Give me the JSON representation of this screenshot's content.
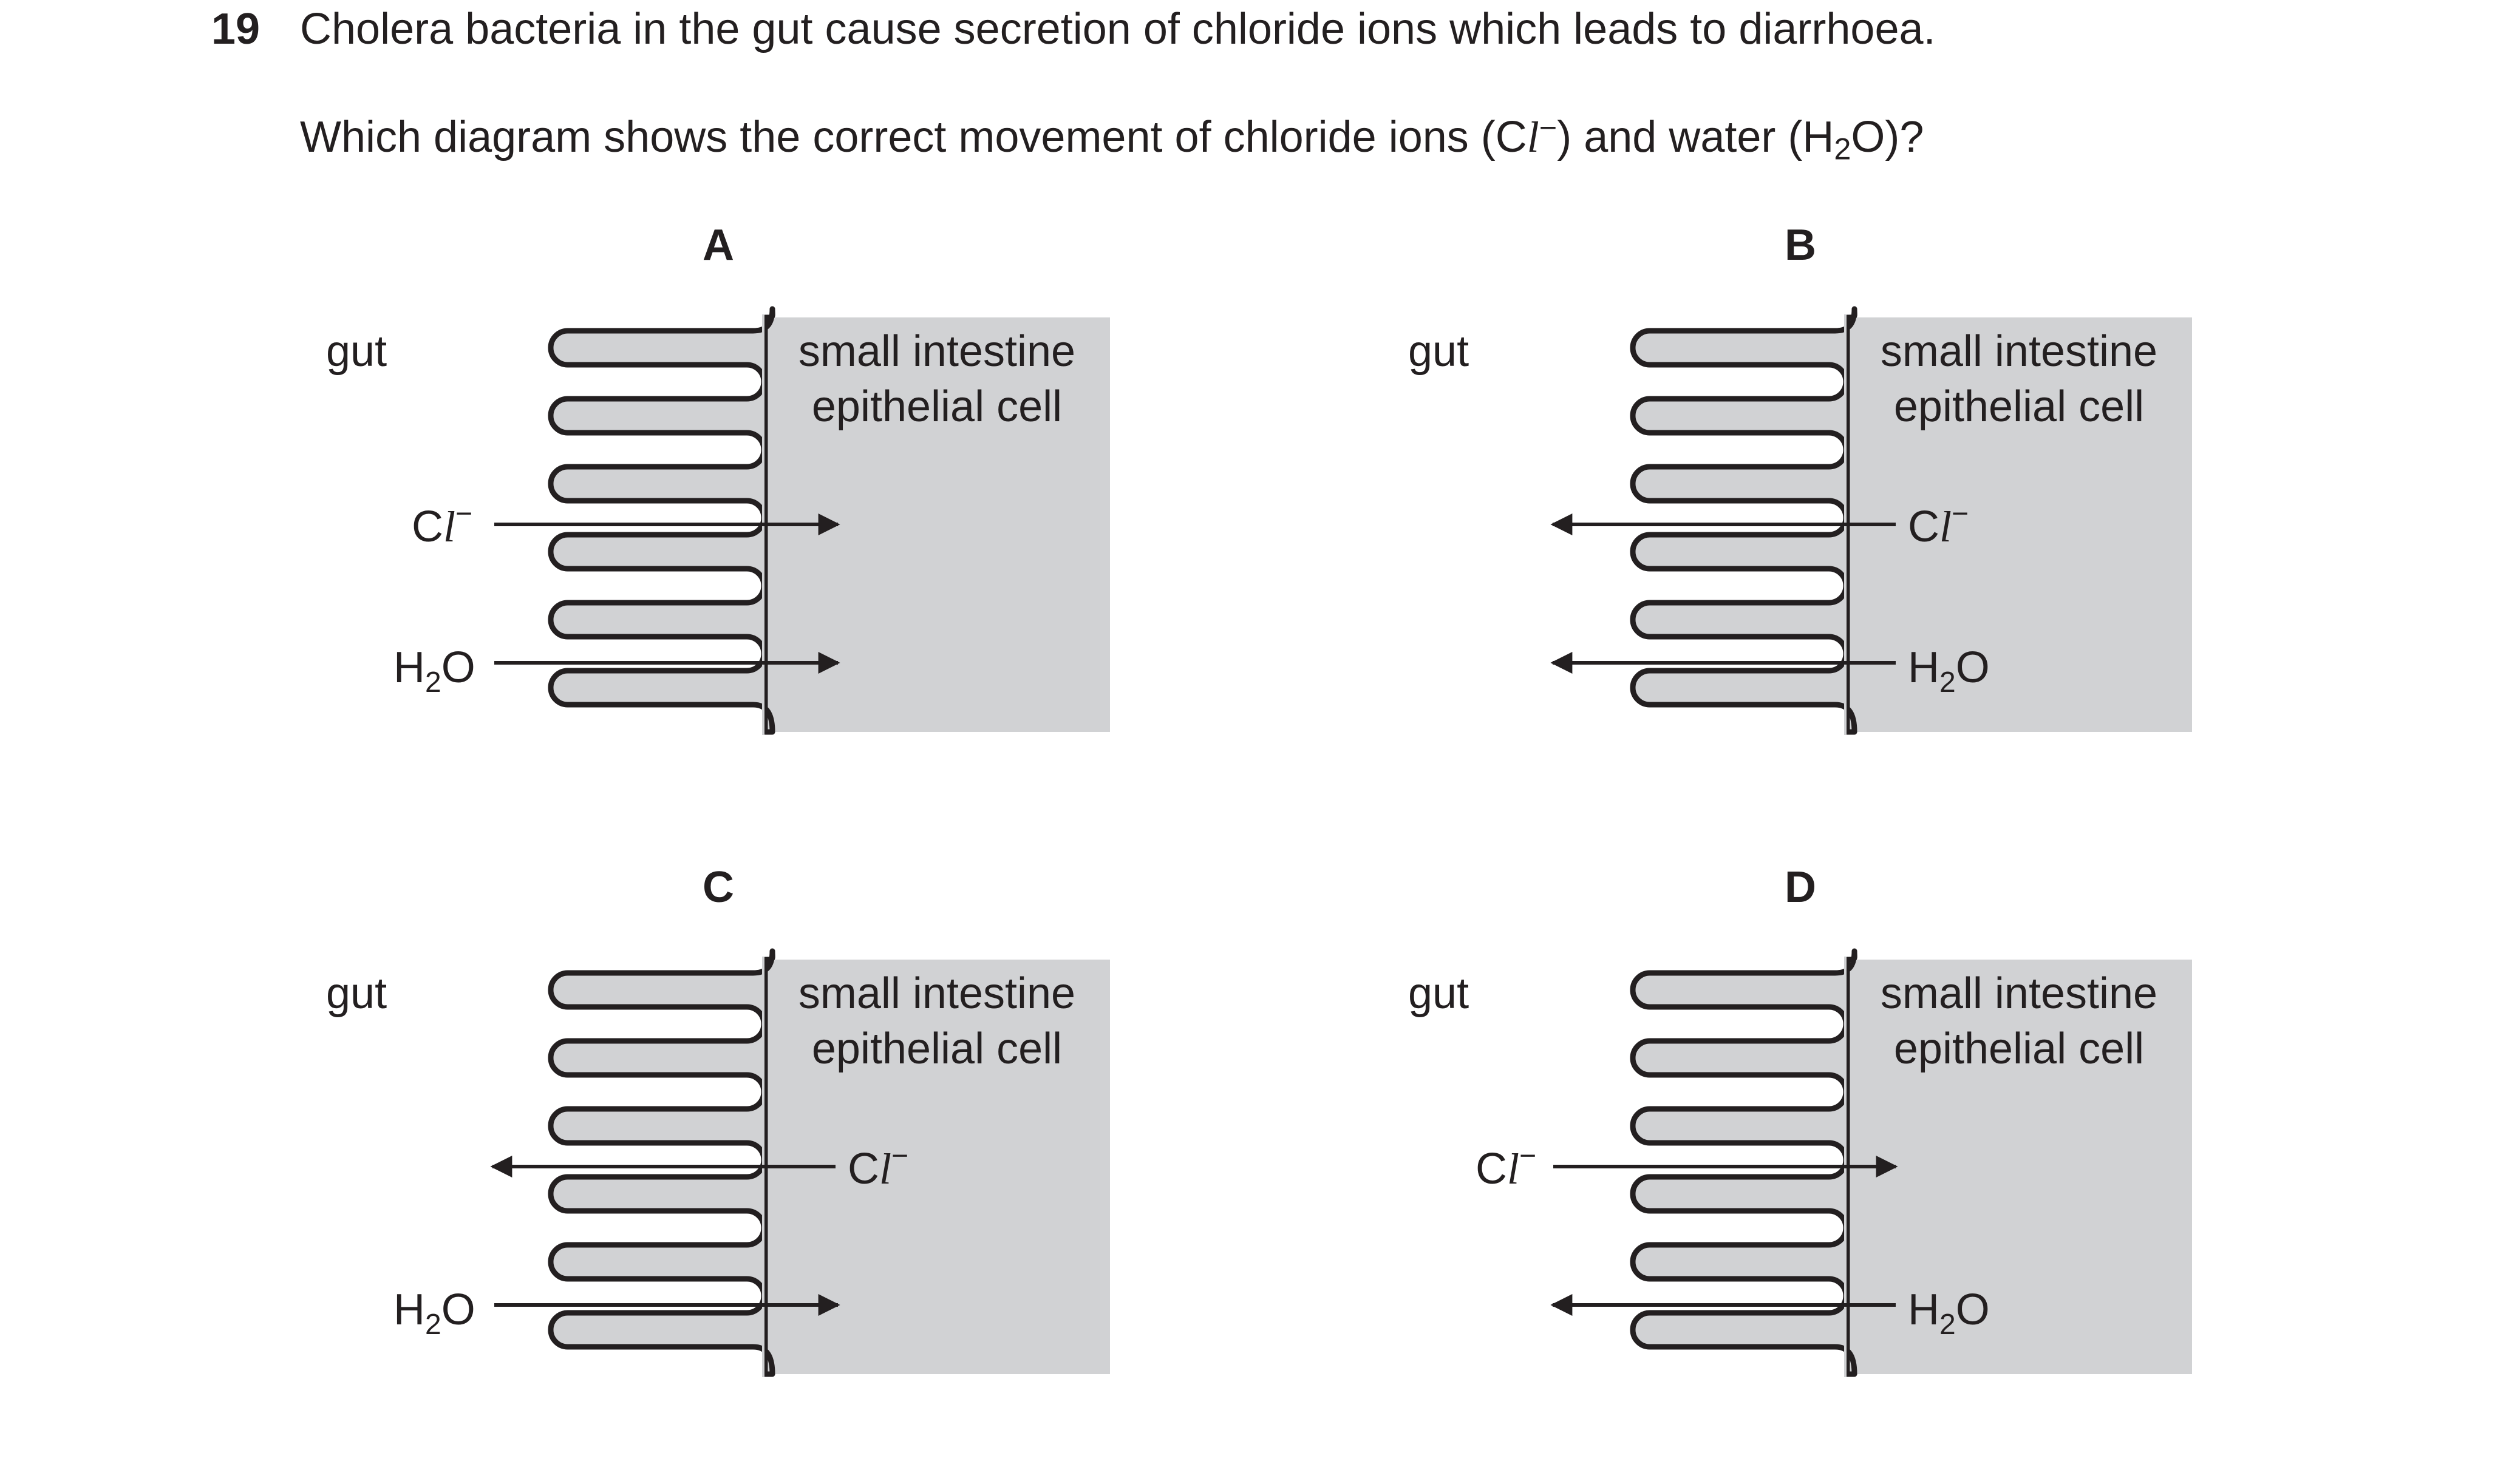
{
  "question": {
    "number": "19",
    "stem": "Cholera bacteria in the gut cause secretion of chloride ions which leads to diarrhoea.",
    "prompt_before": "Which diagram shows the correct movement of chloride ions (C",
    "prompt_cl_l": "l",
    "prompt_cl_charge": "−",
    "prompt_middle": ") and water (H",
    "prompt_sub": "2",
    "prompt_after": "O)?"
  },
  "labels": {
    "gut": "gut",
    "cell_line1": "small intestine",
    "cell_line2": "epithelial cell",
    "chloride": "Cl−",
    "water": "H2O"
  },
  "options": [
    {
      "letter": "A",
      "chloride_direction": "into cell",
      "water_direction": "into cell"
    },
    {
      "letter": "B",
      "chloride_direction": "into gut",
      "water_direction": "into gut"
    },
    {
      "letter": "C",
      "chloride_direction": "into gut",
      "water_direction": "into cell"
    },
    {
      "letter": "D",
      "chloride_direction": "into cell",
      "water_direction": "into gut"
    }
  ],
  "colors": {
    "cell_fill": "#d1d2d4",
    "ink": "#231f20"
  }
}
